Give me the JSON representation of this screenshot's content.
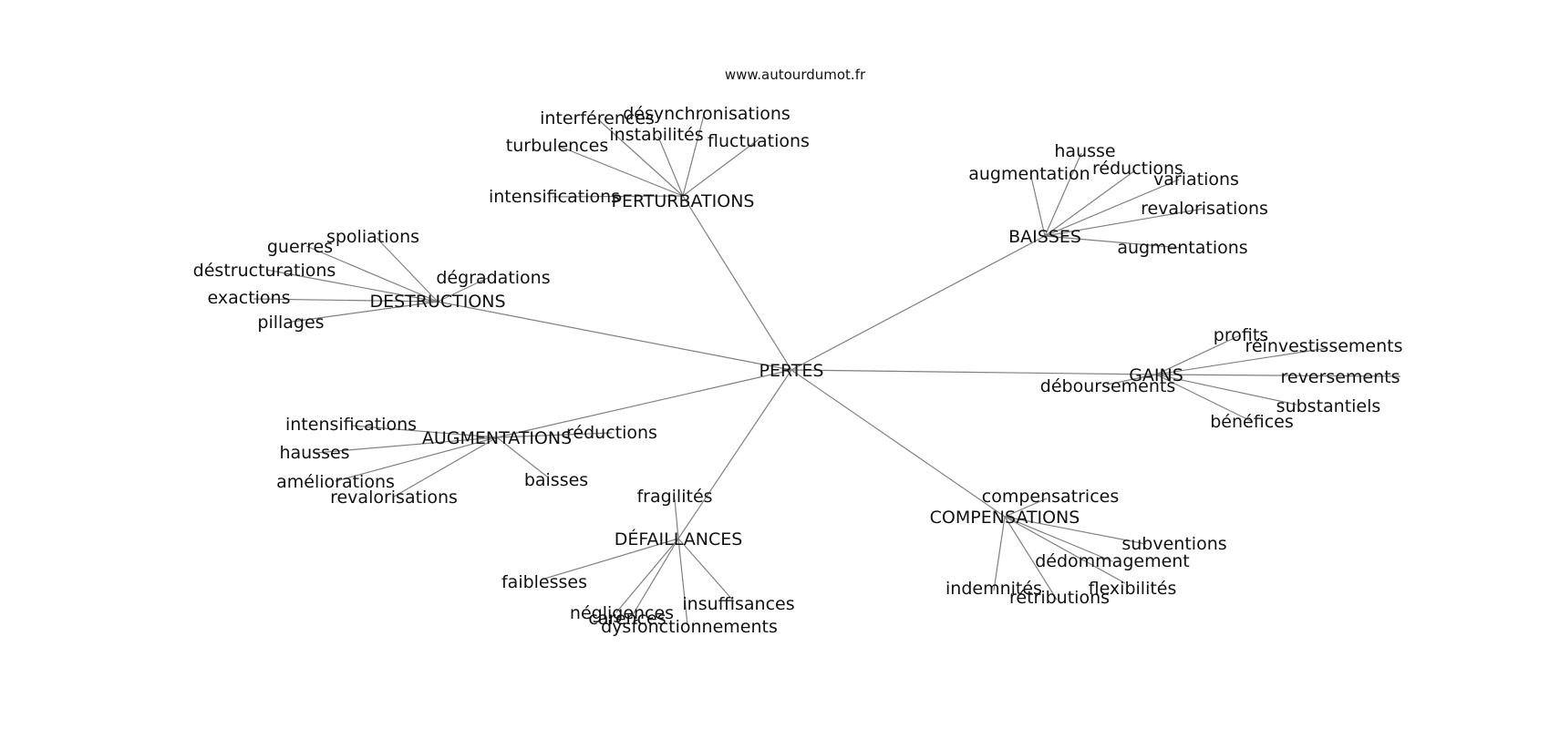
{
  "credit": "www.autourdumot.fr",
  "colors": {
    "edge": "#808080",
    "text": "#111111",
    "background": "#ffffff"
  },
  "center": {
    "id": "pertes",
    "label": "PERTES"
  },
  "clusters": [
    {
      "id": "perturbations",
      "label": "PERTURBATIONS",
      "words": [
        "désynchronisations",
        "interférences",
        "instabilités",
        "fluctuations",
        "turbulences",
        "intensifications"
      ]
    },
    {
      "id": "baisses",
      "label": "BAISSES",
      "words": [
        "hausse",
        "réductions",
        "augmentation",
        "variations",
        "revalorisations",
        "augmentations"
      ]
    },
    {
      "id": "destructions",
      "label": "DESTRUCTIONS",
      "words": [
        "spoliations",
        "guerres",
        "déstructurations",
        "dégradations",
        "exactions",
        "pillages"
      ]
    },
    {
      "id": "gains",
      "label": "GAINS",
      "words": [
        "profits",
        "réinvestissements",
        "reversements",
        "déboursements",
        "substantiels",
        "bénéfices"
      ]
    },
    {
      "id": "augmentations",
      "label": "AUGMENTATIONS",
      "words": [
        "intensifications",
        "réductions",
        "hausses",
        "améliorations",
        "revalorisations",
        "baisses"
      ]
    },
    {
      "id": "defaillances",
      "label": "DÉFAILLANCES",
      "words": [
        "fragilités",
        "faiblesses",
        "négligences",
        "carences",
        "insuffisances",
        "dysfonctionnements"
      ]
    },
    {
      "id": "compensations",
      "label": "COMPENSATIONS",
      "words": [
        "compensatrices",
        "subventions",
        "dédommagement",
        "indemnités",
        "flexibilités",
        "rétributions"
      ]
    }
  ]
}
